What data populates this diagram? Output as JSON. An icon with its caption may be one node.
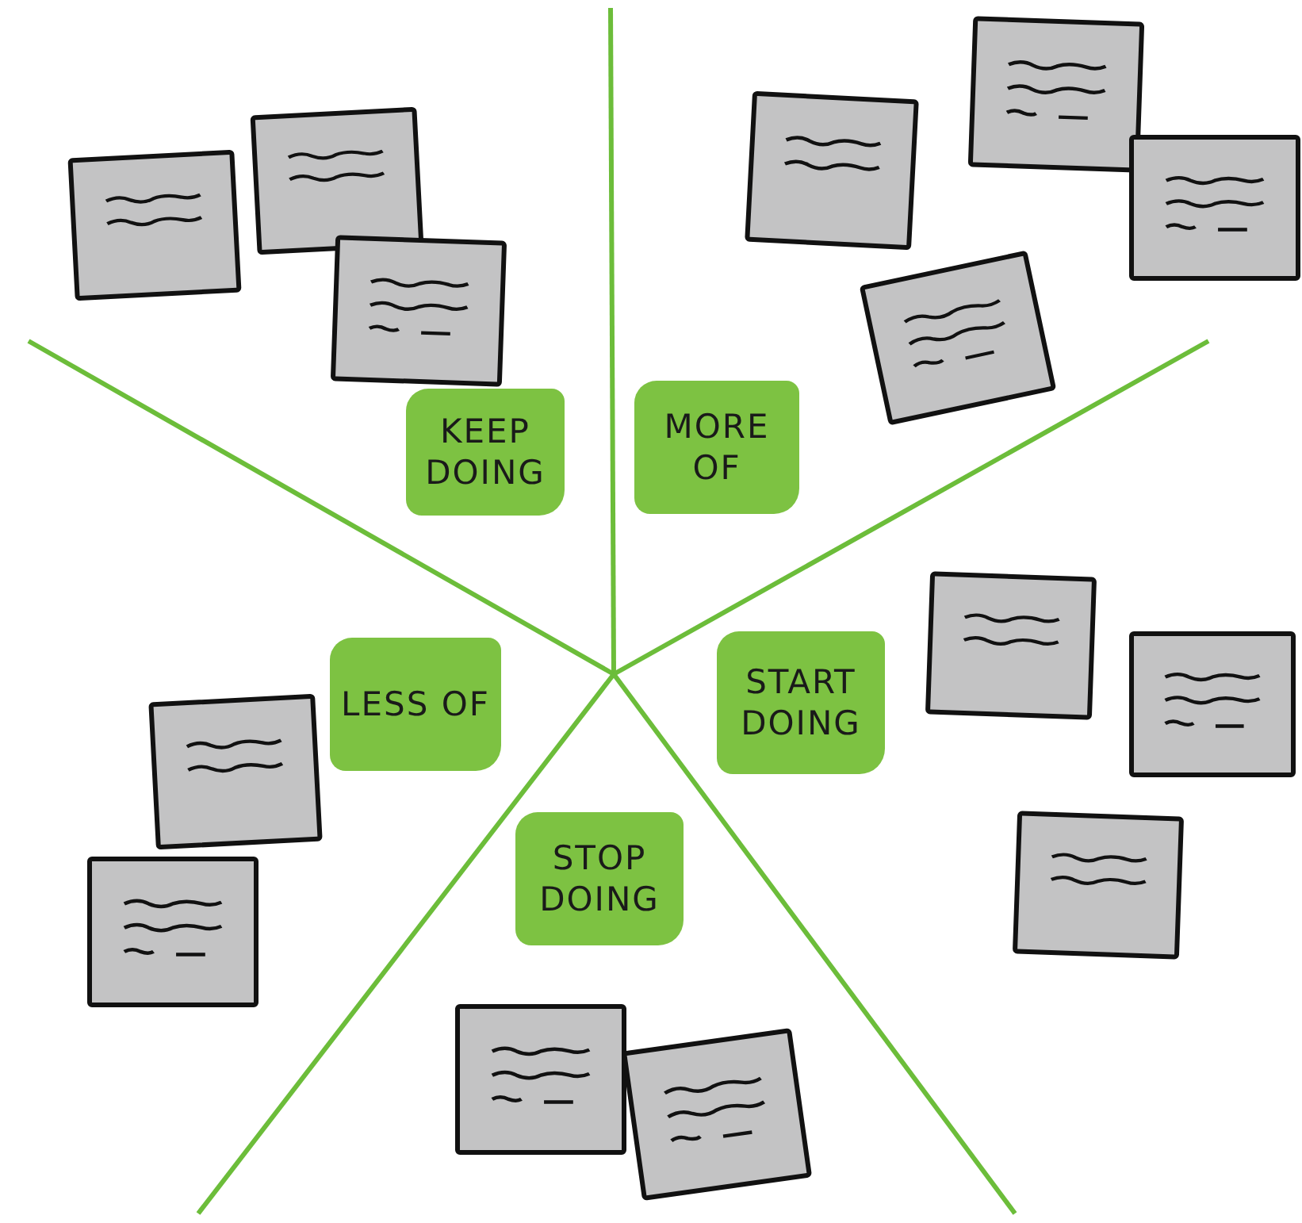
{
  "diagram": {
    "nodes": [
      {
        "text": [
          "KEEP DOING"
        ]
      },
      {
        "text": [
          "MORE OF"
        ]
      },
      {
        "text": [
          "START DOING"
        ]
      },
      {
        "text": [
          "STOP DOING"
        ]
      },
      {
        "text": [
          "LESS OF"
        ]
      },
      {
        "text": [],
        "shape": "box"
      },
      {
        "text": [],
        "shape": "box"
      },
      {
        "text": [],
        "shape": "box"
      },
      {
        "text": [],
        "shape": "box"
      },
      {
        "text": [],
        "shape": "box"
      },
      {
        "text": [],
        "shape": "box"
      },
      {
        "text": [],
        "shape": "box"
      },
      {
        "text": [],
        "shape": "box"
      },
      {
        "text": [],
        "shape": "box"
      },
      {
        "text": [],
        "shape": "box"
      },
      {
        "text": [],
        "shape": "box"
      },
      {
        "text": [],
        "shape": "box"
      },
      {
        "text": [],
        "shape": "box"
      },
      {
        "text": [],
        "shape": "box"
      }
    ]
  }
}
